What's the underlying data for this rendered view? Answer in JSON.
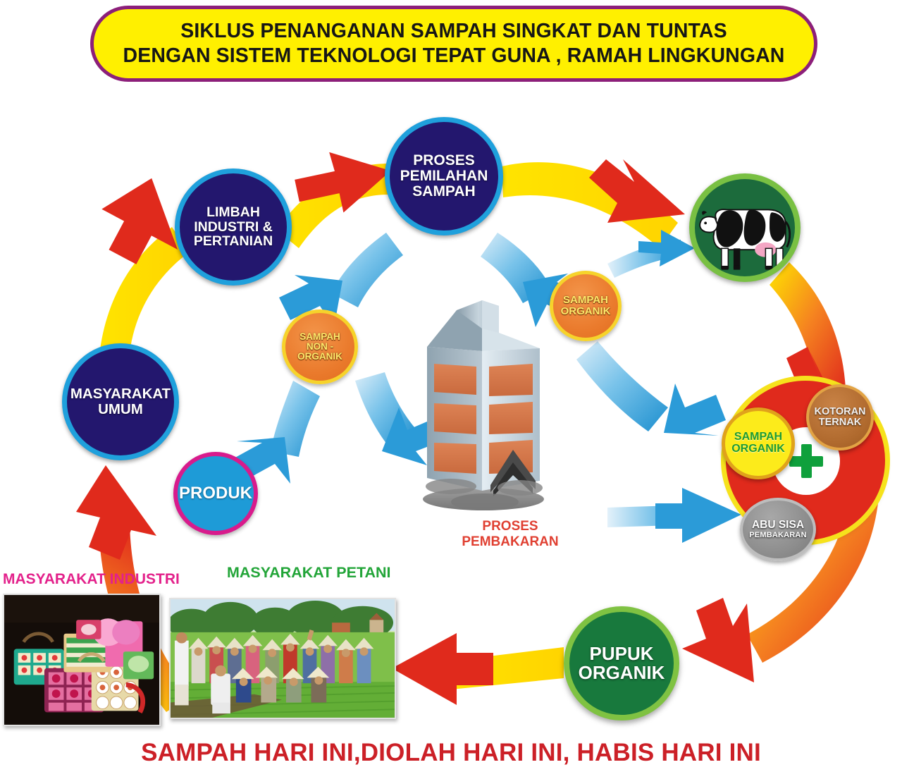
{
  "banner": {
    "line1": "SIKLUS PENANGANAN SAMPAH SINGKAT DAN TUNTAS",
    "line2": "DENGAN SISTEM  TEKNOLOGI TEPAT GUNA , RAMAH LINGKUNGAN",
    "fill_color": "#FFF000",
    "border_color": "#8C1F7A",
    "text_color": "#161616"
  },
  "nodes": {
    "limbah": {
      "label": "LIMBAH\nINDUSTRI &\nPERTANIAN",
      "fill": "#23176E",
      "ring": "#1FA0DC",
      "text": "#FFFFFF"
    },
    "proses_pemilahan": {
      "label": "PROSES\nPEMILAHAN\nSAMPAH",
      "fill": "#23176E",
      "ring": "#1FA0DC",
      "text": "#FFFFFF"
    },
    "masyarakat_umum": {
      "label": "MASYARAKAT\nUMUM",
      "fill": "#23176E",
      "ring": "#1FA0DC",
      "text": "#FFFFFF"
    },
    "produk": {
      "label": "PRODUK",
      "fill": "#1E9BD7",
      "ring": "#D81B8C",
      "text": "#FFFFFF"
    },
    "sampah_non_organik": {
      "label": "SAMPAH\nNON - ORGANIK",
      "fill": "#EA7A2C",
      "ring": "#F6D32B",
      "text": "#FFE96B"
    },
    "sampah_organik_top": {
      "label": "SAMPAH\nORGANIK",
      "fill": "#EA7A2C",
      "ring": "#F6D32B",
      "text": "#FFE96B"
    },
    "sampah_organik_mix": {
      "label": "SAMPAH\nORGANIK",
      "fill": "#FCEB1B",
      "ring": "#E0A21B",
      "text": "#1E9B33"
    },
    "kotoran_ternak": {
      "label": "KOTORAN\nTERNAK",
      "fill": "#B06A2E",
      "ring": "#E2A344",
      "text": "#F2F2F2"
    },
    "abu_sisa": {
      "label": "ABU SISA",
      "sublabel": "PEMBAKARAN",
      "fill": "#8D8D8D",
      "ring": "#BDBDBD",
      "text": "#FFFFFF"
    },
    "pupuk_organik": {
      "label": "PUPUK\nORGANIK",
      "fill": "#18793D",
      "ring": "#7FC242",
      "text": "#FFFFFF"
    },
    "ternak_sapi": {
      "label": "",
      "fill": "#1C6B3C",
      "ring": "#79C043",
      "icon": "cow-icon"
    }
  },
  "mixer": {
    "ring_color": "#E02A1C",
    "outer_ring_color": "#F6E21C",
    "plus_icon": "plus-icon",
    "plus_color": "#0FA03C"
  },
  "incinerator": {
    "icon": "incinerator-icon",
    "body_color": "#C8D4DC",
    "brick_color": "#D97A4E"
  },
  "labels": {
    "proses_pembakaran_line1": "PROSES",
    "proses_pembakaran_line2": "PEMBAKARAN",
    "proses_pembakaran_color": "#E04032",
    "masyarakat_industri": "MASYARAKAT INDUSTRI",
    "masyarakat_industri_color": "#E3218B",
    "masyarakat_petani": "MASYARAKAT PETANI",
    "masyarakat_petani_color": "#23A539"
  },
  "photos": {
    "industri": {
      "name": "photo-produk-kerajinan-daur-ulang",
      "caption": "MASYARAKAT INDUSTRI"
    },
    "petani": {
      "name": "photo-kelompok-petani-sawah",
      "caption": "MASYARAKAT PETANI"
    }
  },
  "arrows": {
    "cycle_arrow_colors": [
      "#FFE400",
      "#F58220",
      "#E02A1C"
    ],
    "branch_arrow_color": "#2B9BD8"
  },
  "footer": {
    "caption": "SAMPAH HARI INI,DIOLAH HARI INI, HABIS HARI INI",
    "color": "#CC2027"
  }
}
